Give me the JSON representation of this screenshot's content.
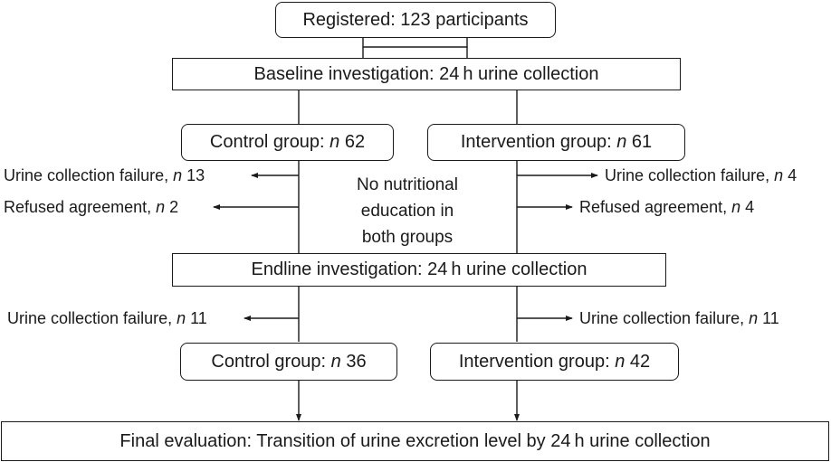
{
  "registered": {
    "text": "Registered: 123 participants"
  },
  "baseline": {
    "text": "Baseline investigation: 24 h urine collection"
  },
  "control1": {
    "prefix": "Control group: ",
    "n": "n",
    "value": " 62"
  },
  "intervention1": {
    "prefix": "Intervention group: ",
    "n": "n",
    "value": " 61"
  },
  "left_exclusions_1": [
    {
      "prefix": "Urine collection failure, ",
      "n": "n",
      "value": " 13"
    },
    {
      "prefix": "Refused agreement, ",
      "n": "n",
      "value": " 2"
    }
  ],
  "right_exclusions_1": [
    {
      "prefix": "Urine collection failure, ",
      "n": "n",
      "value": " 4"
    },
    {
      "prefix": "Refused agreement, ",
      "n": "n",
      "value": " 4"
    }
  ],
  "note": {
    "line1": "No nutritional",
    "line2": "education in",
    "line3": "both groups"
  },
  "endline": {
    "text": "Endline investigation: 24 h urine collection"
  },
  "left_exclusions_2": {
    "prefix": "Urine collection failure, ",
    "n": "n",
    "value": " 11"
  },
  "right_exclusions_2": {
    "prefix": "Urine collection failure, ",
    "n": "n",
    "value": " 11"
  },
  "control2": {
    "prefix": "Control group: ",
    "n": "n",
    "value": " 36"
  },
  "intervention2": {
    "prefix": "Intervention group: ",
    "n": "n",
    "value": " 42"
  },
  "final": {
    "text": "Final evaluation: Transition of urine excretion level by 24 h urine collection"
  }
}
